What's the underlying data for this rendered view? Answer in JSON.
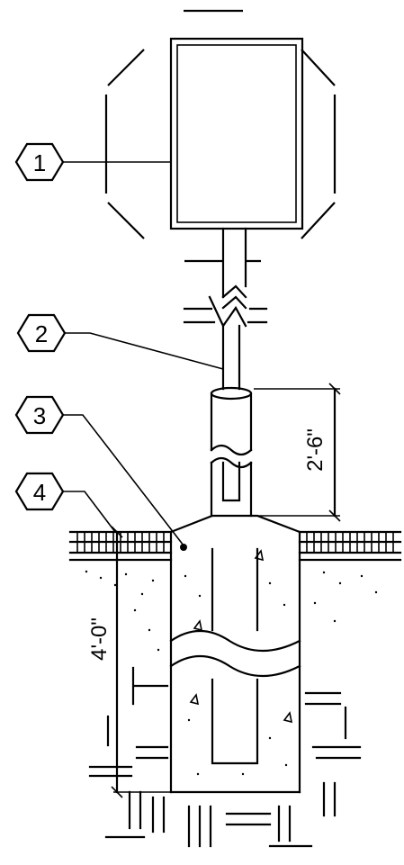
{
  "callouts": [
    {
      "id": "1",
      "label": "1"
    },
    {
      "id": "2",
      "label": "2"
    },
    {
      "id": "3",
      "label": "3"
    },
    {
      "id": "4",
      "label": "4"
    }
  ],
  "dimensions": {
    "post_height": "2'-6\"",
    "footing_depth": "4'-0\""
  }
}
